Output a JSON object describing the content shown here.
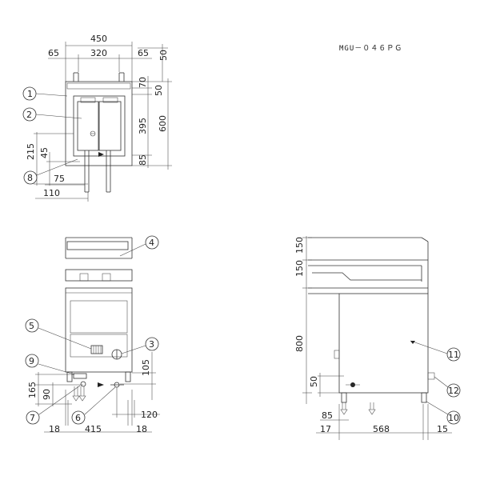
{
  "model": "MGU－０４６ＰＧ",
  "top_view": {
    "dims": {
      "overall_width": "450",
      "inner_width": "320",
      "left_margin": "65",
      "right_margin": "65",
      "top_50": "50",
      "d_70": "70",
      "d_50": "50",
      "d_395": "395",
      "d_85": "85",
      "depth_600": "600",
      "h_215": "215",
      "h_45": "45",
      "w_75": "75",
      "w_110": "110"
    },
    "callouts": [
      "1",
      "2",
      "8"
    ]
  },
  "front_view": {
    "dims": {
      "h_105": "105",
      "h_165": "165",
      "h_90": "90",
      "w_120": "120",
      "w_18_left": "18",
      "w_415": "415",
      "w_18_right": "18"
    },
    "callouts": [
      "4",
      "5",
      "3",
      "9",
      "7",
      "6"
    ]
  },
  "side_view": {
    "dims": {
      "h_150_top": "150",
      "h_150": "150",
      "h_800": "800",
      "h_50": "50",
      "w_85": "85",
      "w_17": "17",
      "w_568": "568",
      "w_15": "15"
    },
    "callouts": [
      "11",
      "12",
      "10"
    ]
  }
}
